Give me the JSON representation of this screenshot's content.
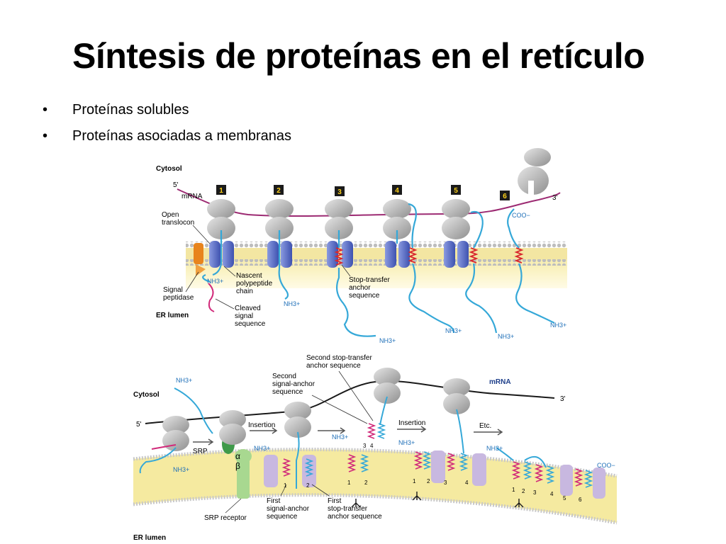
{
  "slide": {
    "title": "Síntesis de proteínas en el retículo",
    "bullets": [
      "Proteínas solubles",
      "Proteínas asociadas a membranas"
    ]
  },
  "figure_top": {
    "region_cytosol": "Cytosol",
    "region_er_lumen": "ER lumen",
    "five_prime": "5'",
    "three_prime": "3'",
    "mrna": "mRNA",
    "steps": [
      "1",
      "2",
      "3",
      "4",
      "5",
      "6"
    ],
    "labels": {
      "open_translocon": [
        "Open",
        "translocon"
      ],
      "signal_peptidase": [
        "Signal",
        "peptidase"
      ],
      "nascent_chain": [
        "Nascent",
        "polypeptide",
        "chain"
      ],
      "cleaved_signal": [
        "Cleaved",
        "signal",
        "sequence"
      ],
      "stop_transfer": [
        "Stop-transfer",
        "anchor",
        "sequence"
      ],
      "nh3": "NH3+",
      "coo": "COO−"
    }
  },
  "figure_bottom": {
    "region_cytosol": "Cytosol",
    "region_er_lumen": "ER lumen",
    "five_prime": "5'",
    "three_prime": "3'",
    "mrna": "mRNA",
    "labels": {
      "second_stop_transfer": [
        "Second stop-transfer",
        "anchor sequence"
      ],
      "second_signal_anchor": [
        "Second",
        "signal-anchor",
        "sequence"
      ],
      "insertion": "Insertion",
      "etc": "Etc.",
      "srp": "SRP",
      "srp_receptor": "SRP receptor",
      "alpha": "α",
      "beta": "β",
      "first_signal_anchor": [
        "First",
        "signal-anchor",
        "sequence"
      ],
      "first_stop_transfer": [
        "First",
        "stop-transfer",
        "anchor sequence"
      ],
      "nh3": "NH3+",
      "coo": "COO−"
    },
    "segment_numbers": [
      "1",
      "2",
      "3",
      "4",
      "5",
      "6"
    ]
  },
  "colors": {
    "ribosome": "#a8a8a8",
    "mrna_top": "#9c2a72",
    "mrna_bottom": "#1a1a1a",
    "polypeptide": "#35a8d8",
    "signal_sequence": "#d12a7a",
    "stop_transfer_helix": "#d8282e",
    "translocon": "#5a6fc8",
    "membrane_band": "#f5eaa0",
    "peptidase": "#e8841c",
    "srp": "#3f9a4a",
    "srp_receptor": "#a8d890",
    "translocon_bottom": "#c8b8e0"
  }
}
